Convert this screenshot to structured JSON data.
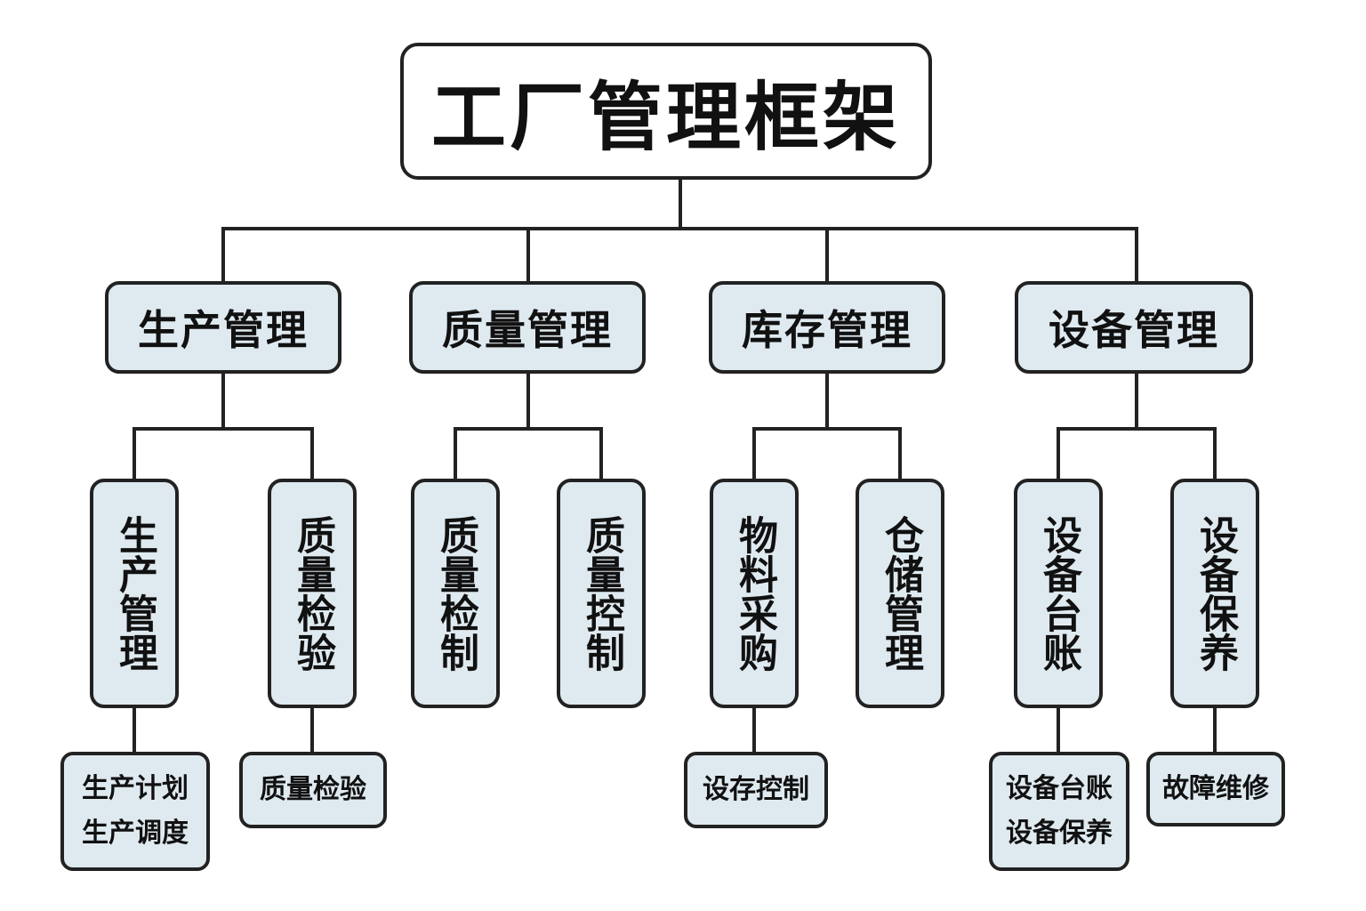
{
  "root": {
    "label": "工厂管理框架"
  },
  "categories": [
    {
      "label": "生产管理",
      "children": [
        {
          "label": "生产管理",
          "details": [
            "生产计划",
            "生产调度"
          ]
        },
        {
          "label": "质量检验",
          "details": [
            "质量检验"
          ]
        }
      ]
    },
    {
      "label": "质量管理",
      "children": [
        {
          "label": "质量检制",
          "details": []
        },
        {
          "label": "质量控制",
          "details": []
        }
      ]
    },
    {
      "label": "库存管理",
      "children": [
        {
          "label": "物料采购",
          "details": [
            "设存控制"
          ]
        },
        {
          "label": "仓储管理",
          "details": []
        }
      ]
    },
    {
      "label": "设备管理",
      "children": [
        {
          "label": "设备台账",
          "details": [
            "设备台账",
            "设备保养"
          ]
        },
        {
          "label": "设备保养",
          "details": [
            "故障维修"
          ]
        }
      ]
    }
  ],
  "colors": {
    "box_fill": "#dfeaf0",
    "root_fill": "#ffffff",
    "stroke": "#222222"
  }
}
